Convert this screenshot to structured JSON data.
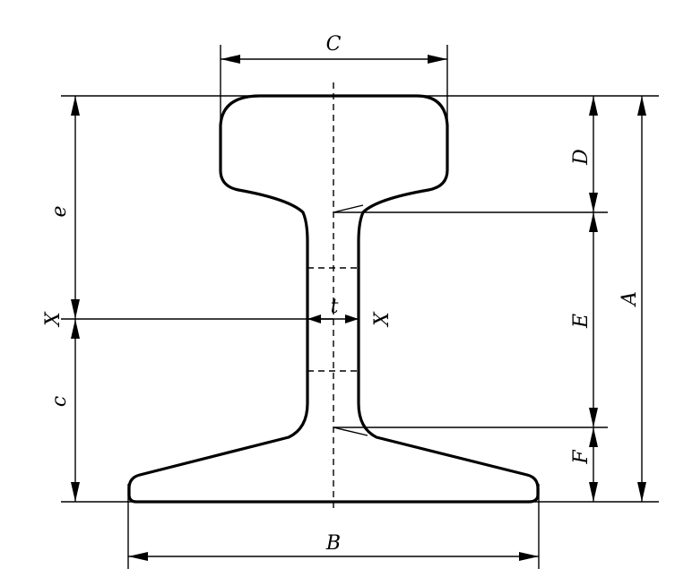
{
  "diagram": {
    "labels": {
      "A": "A",
      "B": "B",
      "C": "C",
      "D": "D",
      "E": "E",
      "F": "F",
      "e": "e",
      "c": "c",
      "t": "t",
      "x_left": "X",
      "x_right": "X"
    }
  }
}
